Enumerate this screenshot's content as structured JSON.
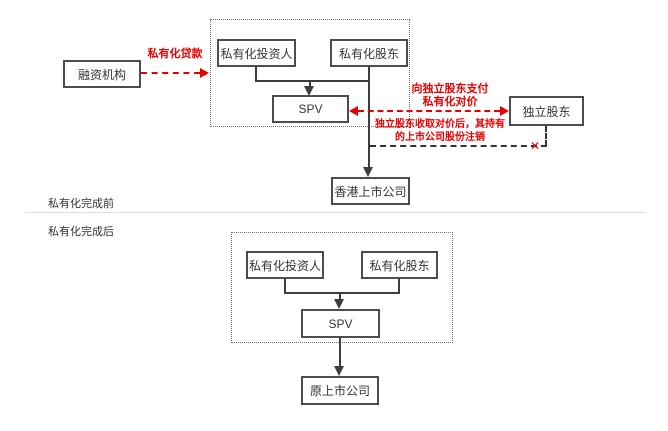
{
  "before": {
    "section_label": "私有化完成前",
    "financing": "融资机构",
    "investor": "私有化投资人",
    "shareholder": "私有化股东",
    "spv": "SPV",
    "listed_company": "香港上市公司",
    "independent": "独立股东",
    "loan_label": "私有化贷款",
    "pay_label_1": "向独立股东支付",
    "pay_label_2": "私有化对价",
    "cancel_label_1": "独立股东收取对价后，其持有",
    "cancel_label_2": "的上市公司股份注销",
    "cancel_icon": "✕"
  },
  "after": {
    "section_label": "私有化完成后",
    "investor": "私有化投资人",
    "shareholder": "私有化股东",
    "spv": "SPV",
    "listed_company": "原上市公司"
  },
  "colors": {
    "accent_red": "#e60000",
    "line_dark": "#3d3d3d",
    "box_border": "#4d4d4d",
    "divider": "#dcdcdc"
  }
}
